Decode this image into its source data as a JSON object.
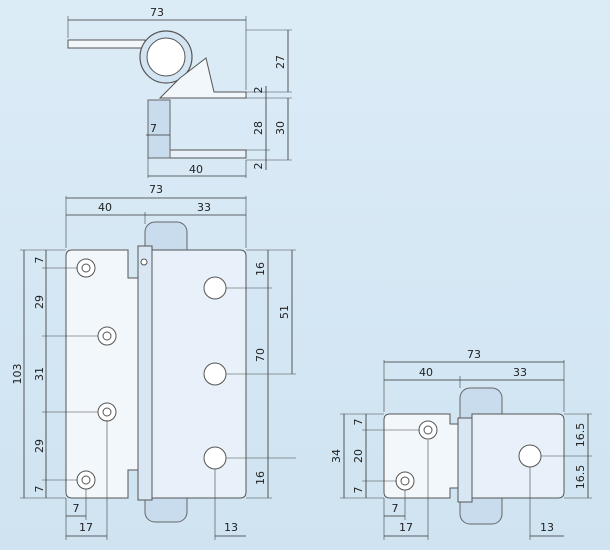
{
  "colors": {
    "background": "#d6e8f4",
    "line": "#333333",
    "part_fill": "#f2f7fc",
    "barrel_fill": "#c9dcee"
  },
  "top_view": {
    "width_top": "73",
    "height_27": "27",
    "offset_2a": "2",
    "offset_2b": "2",
    "inner_28": "28",
    "outer_30": "30",
    "slot_7": "7",
    "bottom_40": "40"
  },
  "front_view": {
    "total_73": "73",
    "left_40": "40",
    "right_33": "33",
    "left_col": {
      "d7a": "7",
      "d29a": "29",
      "d31": "31",
      "d29b": "29",
      "d7b": "7",
      "total_103": "103"
    },
    "right_col": {
      "d16a": "16",
      "d51": "51",
      "d70": "70",
      "d16b": "16"
    },
    "bottom_7": "7",
    "bottom_17": "17",
    "bottom_13": "13"
  },
  "small_view": {
    "total_73": "73",
    "left_40": "40",
    "right_33": "33",
    "left_col": {
      "d7a": "7",
      "d20": "20",
      "d7b": "7",
      "total_34": "34"
    },
    "right_col": {
      "d16_5a": "16.5",
      "d16_5b": "16.5"
    },
    "bottom_7": "7",
    "bottom_17": "17",
    "bottom_13": "13"
  }
}
